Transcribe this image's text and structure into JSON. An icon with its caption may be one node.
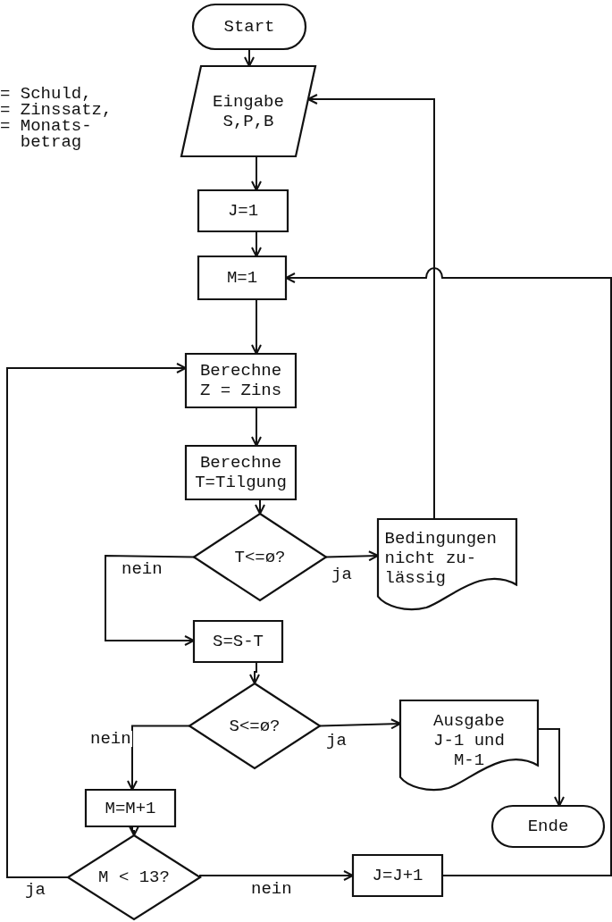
{
  "diagram": {
    "nodes": [
      {
        "text": [
          "Start"
        ]
      },
      {
        "text": [
          "Eingabe S,P,B"
        ]
      },
      {
        "text": [
          "J=1"
        ]
      },
      {
        "text": [
          "M=1"
        ]
      },
      {
        "text": [
          "Berechne Z = Zins"
        ]
      },
      {
        "text": [
          "Berechne T=Tilgung"
        ]
      },
      {
        "text": [
          "T<=ø?"
        ]
      },
      {
        "text": [
          "Bedingungen nicht zu- lässig"
        ]
      },
      {
        "text": [
          "S=S-T"
        ]
      },
      {
        "text": [
          "S<=ø?"
        ]
      },
      {
        "text": [
          "Ausgabe J-1 und M-1"
        ]
      },
      {
        "text": [
          "Ende"
        ]
      },
      {
        "text": [
          "M=M+1"
        ]
      },
      {
        "text": [
          "M < 13?"
        ]
      },
      {
        "text": [
          "J=J+1"
        ]
      }
    ],
    "edges": [
      {
        "from": 0,
        "to": 1,
        "arrow": "to"
      },
      {
        "from": 1,
        "to": 2,
        "arrow": "to"
      },
      {
        "from": 2,
        "to": 3,
        "arrow": "to"
      },
      {
        "from": 3,
        "to": 4,
        "arrow": "to"
      },
      {
        "from": 4,
        "to": 5,
        "arrow": "to"
      },
      {
        "from": 5,
        "to": 6,
        "arrow": "to"
      },
      {
        "from": 6,
        "to": 7,
        "arrow": "to",
        "label": "ja"
      },
      {
        "from": 6,
        "to": 8,
        "arrow": "to",
        "label": "nein"
      },
      {
        "from": 8,
        "to": 9,
        "arrow": "to"
      },
      {
        "from": 9,
        "to": 10,
        "arrow": "to",
        "label": "ja"
      },
      {
        "from": 9,
        "to": 12,
        "arrow": "to",
        "label": "nein"
      },
      {
        "from": 10,
        "to": 11,
        "arrow": "to"
      },
      {
        "from": 12,
        "to": 13,
        "arrow": "to"
      },
      {
        "from": 13,
        "to": 4,
        "arrow": "to",
        "label": "ja"
      },
      {
        "from": 13,
        "to": 14,
        "arrow": "to",
        "label": "nein"
      },
      {
        "from": 14,
        "to": 3,
        "arrow": "to"
      },
      {
        "from": 7,
        "to": 1,
        "arrow": "to"
      }
    ],
    "labels": [
      "= Schuld,",
      "= Zinssatz,",
      "= Monats- betrag"
    ]
  }
}
